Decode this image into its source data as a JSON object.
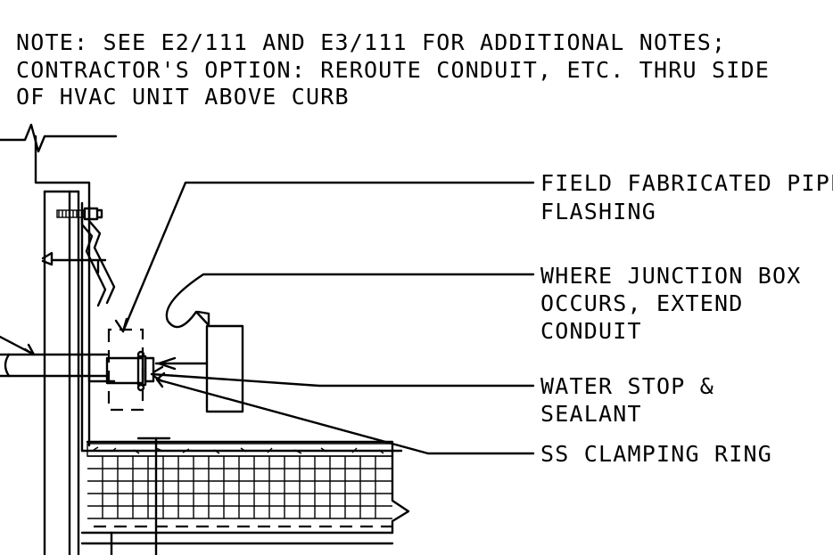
{
  "general_note": {
    "lines": [
      "NOTE: SEE E2/111 AND E3/111 FOR ADDITIONAL NOTES;",
      "CONTRACTOR'S OPTION: REROUTE CONDUIT, ETC. THRU SIDE",
      "OF HVAC UNIT ABOVE CURB"
    ]
  },
  "callouts": [
    {
      "id": "pipe-flashing",
      "lines": [
        "FIELD FABRICATED PIPE",
        "FLASHING"
      ]
    },
    {
      "id": "junction-box",
      "lines": [
        "WHERE JUNCTION BOX",
        "OCCURS, EXTEND",
        "CONDUIT"
      ]
    },
    {
      "id": "water-stop",
      "lines": [
        "WATER STOP &",
        "SEALANT"
      ]
    },
    {
      "id": "clamping-ring",
      "lines": [
        "SS CLAMPING RING"
      ]
    }
  ]
}
